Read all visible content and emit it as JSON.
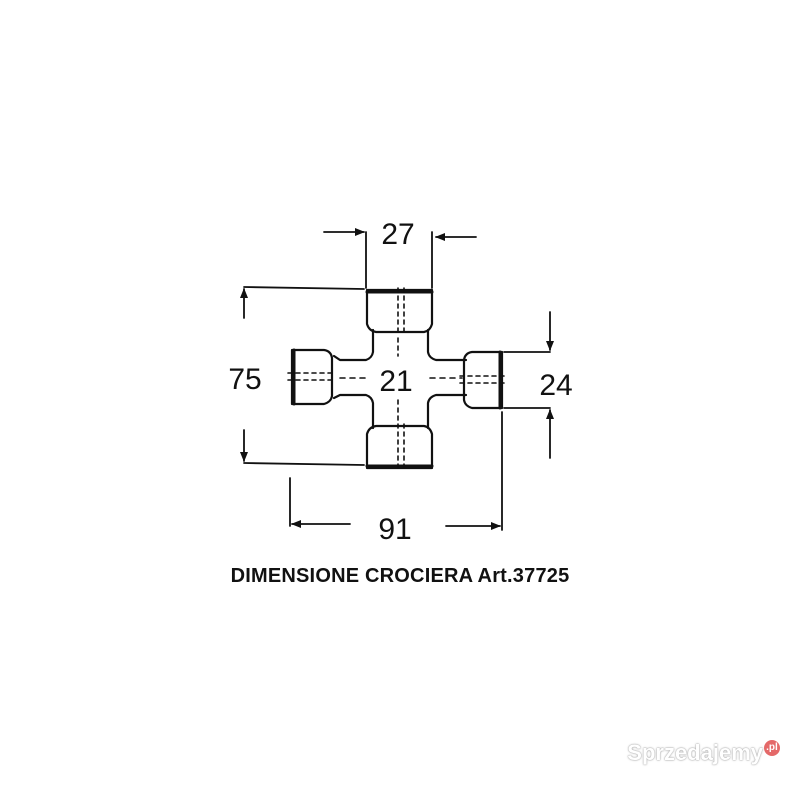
{
  "dimensions": {
    "top_width": "27",
    "total_height": "75",
    "center_diameter": "21",
    "cap_diameter": "24",
    "total_width": "91"
  },
  "caption": "DIMENSIONE CROCIERA Art.37725",
  "watermark": {
    "name": "Sprzedajemy",
    "tld": ".pl"
  }
}
